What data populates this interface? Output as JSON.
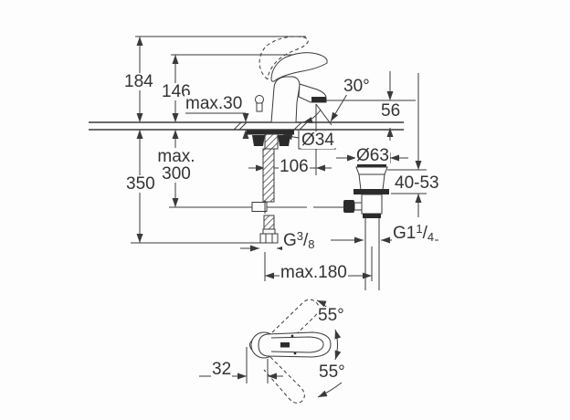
{
  "drawing": {
    "title": "faucet-dimensional-drawing",
    "colors": {
      "line": "#3a3a3a",
      "fill_dark": "#2b2b2b",
      "background": "#fdfdfd"
    },
    "labels": {
      "total_height": "184",
      "lever_height": "146",
      "max_deck_thickness": "max.30",
      "aerator_angle": "30°",
      "spout_height": "56",
      "hole_diameter": "Ø34",
      "spout_projection": "106",
      "waste_flange_diameter": "Ø63",
      "max_hose_length_line1": "max.",
      "max_hose_length_line2": "300",
      "below_deck_height": "350",
      "waste_deck_range": "40-53",
      "supply_thread": {
        "prefix": "G",
        "num": "3",
        "slash": "/",
        "den": "8"
      },
      "waste_thread": {
        "prefix": "G1",
        "num": "1",
        "slash": "/",
        "den": "4"
      },
      "max_rod_length": "max.180",
      "swivel_angle_up": "55°",
      "swivel_angle_down": "55°",
      "handle_offset": "32"
    }
  }
}
